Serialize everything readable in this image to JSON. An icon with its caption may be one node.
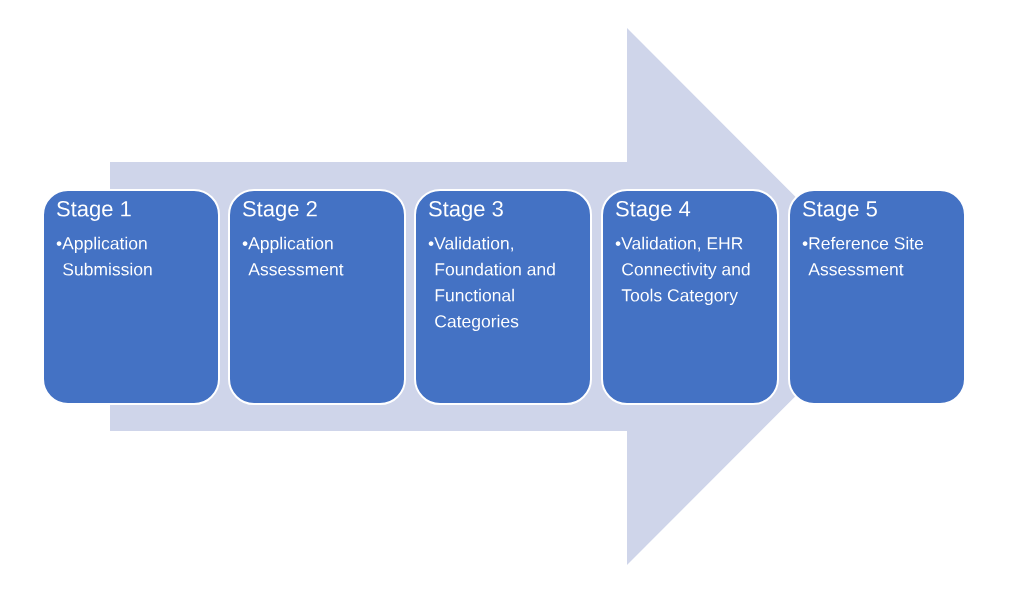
{
  "diagram": {
    "nodes": [
      {
        "text": [
          "Stage 1",
          "•Application Submission"
        ]
      },
      {
        "text": [
          "Stage 2",
          "•Application Assessment"
        ]
      },
      {
        "text": [
          "Stage 3",
          "•Validation, Foundation and Functional Categories"
        ]
      },
      {
        "text": [
          "Stage 4",
          "•Validation, EHR Connectivity and Tools Category"
        ]
      },
      {
        "text": [
          "Stage 5",
          "•Reference Site Assessment"
        ]
      }
    ],
    "edges": [
      {
        "from": 0,
        "to": 4,
        "arrow": "to"
      }
    ]
  }
}
